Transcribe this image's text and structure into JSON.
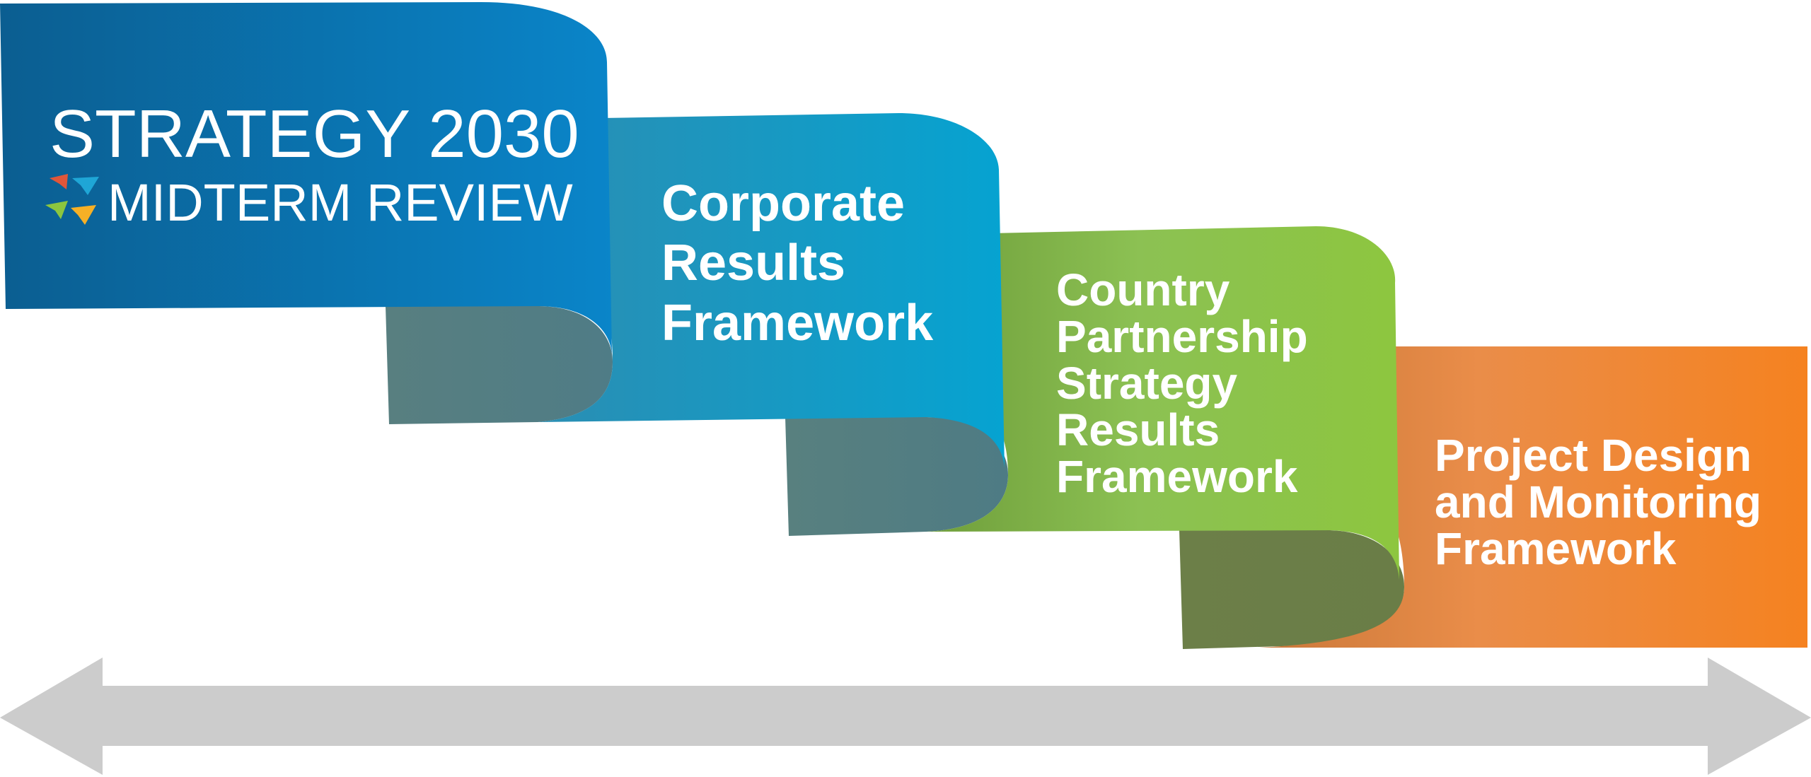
{
  "title": {
    "line1": "STRATEGY 2030",
    "line2": "MIDTERM REVIEW"
  },
  "panels": [
    {
      "lines": [
        "Corporate",
        "Results",
        "Framework"
      ],
      "color": "#1aa6d0"
    },
    {
      "lines": [
        "Country",
        "Partnership",
        "Strategy",
        "Results",
        "Framework"
      ],
      "color": "#8cc63f"
    },
    {
      "lines": [
        "Project Design",
        "and Monitoring",
        "Framework"
      ],
      "color": "#f28228"
    }
  ],
  "colors": {
    "title_band_start": "#0b5e91",
    "title_band_end": "#0a85c9",
    "corporate_start": "#2a8eb3",
    "corporate_end": "#06a3d1",
    "country_start": "#6f9e3b",
    "country_end": "#8dc63f",
    "project_start": "#c9783a",
    "project_end": "#f58220",
    "fold_teal": "#587f80",
    "fold_green": "#6c7f48",
    "arrow": "#cccccc"
  },
  "icons": [
    "logo-flags-icon",
    "double-arrow-icon"
  ]
}
